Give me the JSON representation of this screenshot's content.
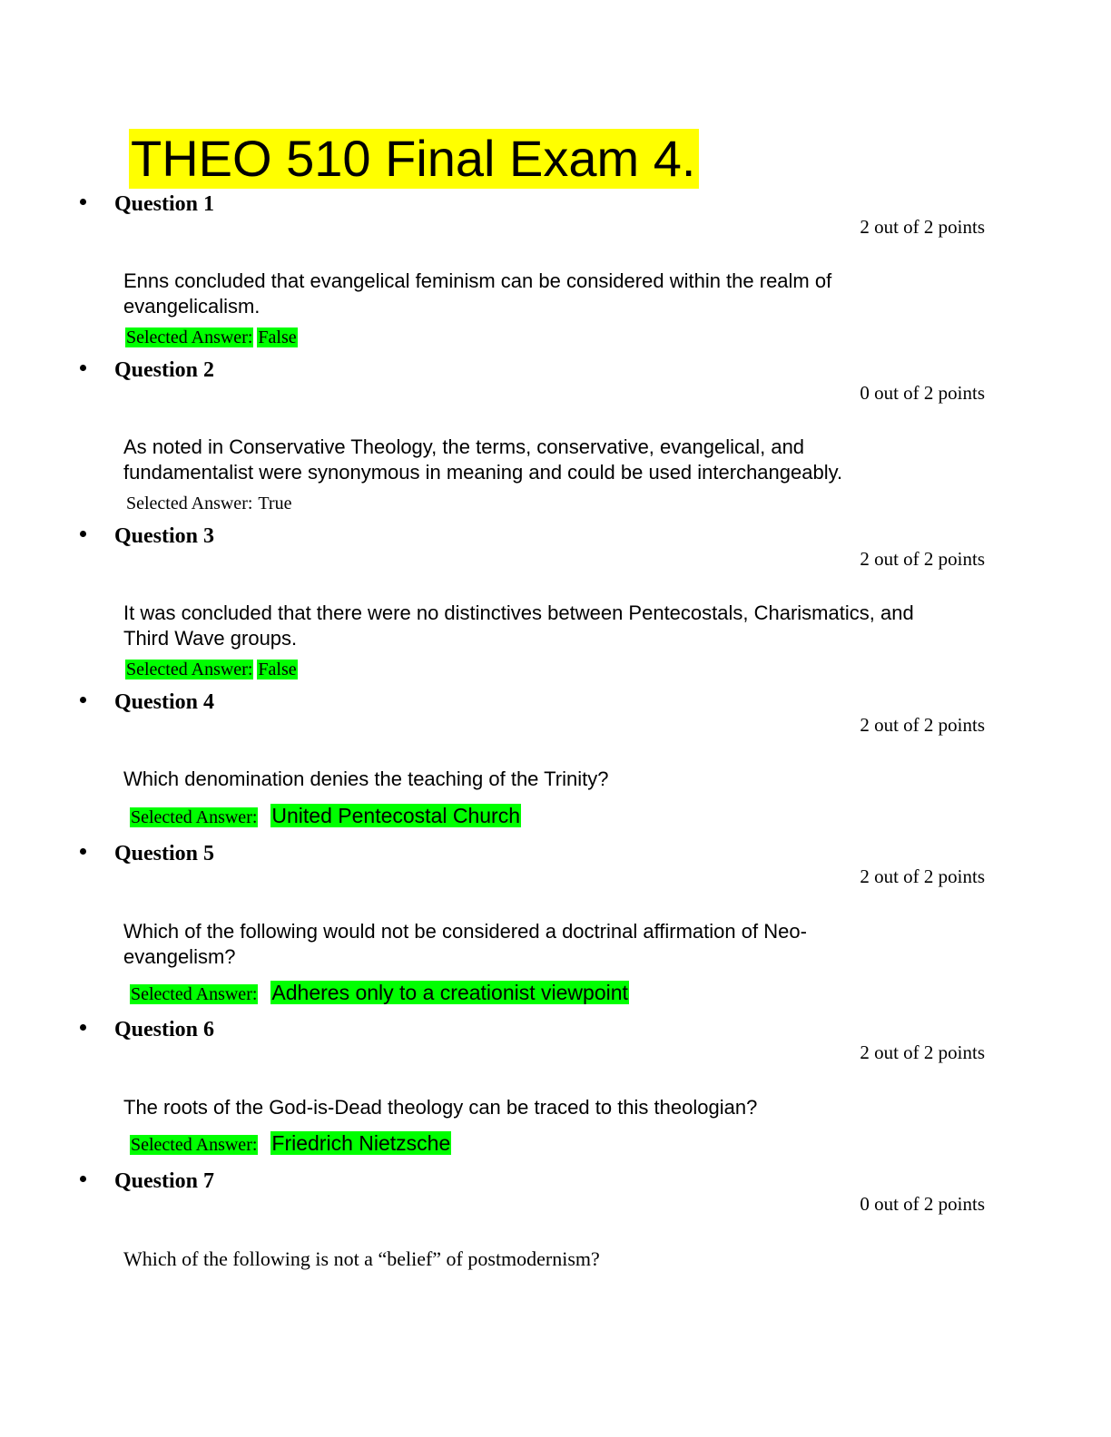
{
  "title": "THEO 510 Final Exam 4.",
  "answer_label": "Selected Answer:",
  "questions": [
    {
      "label": "Question 1",
      "points": "2 out of 2 points",
      "text": "Enns concluded that evangelical feminism can be considered within the realm of evangelicalism.",
      "answer": "False",
      "highlighted": true
    },
    {
      "label": "Question 2",
      "points": "0 out of 2 points",
      "text": "As noted in Conservative Theology, the terms, conservative, evangelical, and fundamentalist were synonymous in meaning and could be used interchangeably.",
      "answer": "True",
      "highlighted": false
    },
    {
      "label": "Question 3",
      "points": "2 out of 2 points",
      "text": "It was concluded that there were no distinctives between Pentecostals, Charismatics, and Third Wave groups.",
      "answer": "False",
      "highlighted": true
    },
    {
      "label": "Question 4",
      "points": "2 out of 2 points",
      "text": "Which denomination denies the teaching of the Trinity?",
      "answer": "United Pentecostal Church",
      "highlighted": true
    },
    {
      "label": "Question 5",
      "points": "2 out of 2 points",
      "text": "Which of the following would not be considered a doctrinal affirmation of Neo-evangelism?",
      "answer": "Adheres only to a creationist viewpoint",
      "highlighted": true
    },
    {
      "label": "Question 6",
      "points": "2 out of 2 points",
      "text": "The roots of the God-is-Dead theology can be traced to this theologian?",
      "answer": "Friedrich Nietzsche",
      "highlighted": true
    },
    {
      "label": "Question 7",
      "points": "0 out of 2 points",
      "text": "Which of the following is not a “belief” of postmodernism?"
    }
  ],
  "colors": {
    "title_highlight": "#ffff00",
    "answer_highlight": "#00ff00"
  }
}
